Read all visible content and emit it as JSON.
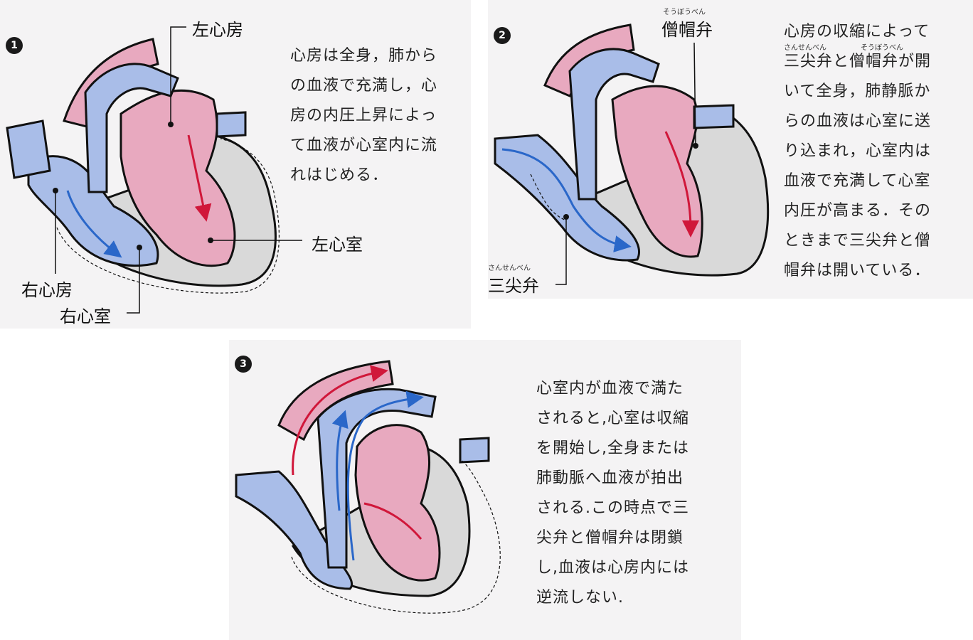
{
  "colors": {
    "atrium_fill": "#e8a9bf",
    "vessel_blue": "#a9bde8",
    "wall_grey": "#d9d9d9",
    "arrow_red": "#d0173a",
    "arrow_blue": "#2a67c9"
  },
  "panel1": {
    "number": "1",
    "labels": {
      "left_atrium": "左心房",
      "left_ventricle": "左心室",
      "right_atrium": "右心房",
      "right_ventricle": "右心室"
    },
    "text_lines": [
      "心房は全身，肺から",
      "の血液で充満し，心",
      "房の内圧上昇によっ",
      "て血液が心室内に流",
      "れはじめる．"
    ]
  },
  "panel2": {
    "number": "2",
    "labels": {
      "mitral_valve": "僧帽弁",
      "mitral_valve_ruby": "そうぼうべん",
      "tricuspid_valve": "三尖弁",
      "tricuspid_valve_ruby": "さんせんべん"
    },
    "text_lines": [
      "心房の収縮によって",
      "三尖弁と僧帽弁が開",
      "いて全身，肺静脈か",
      "らの血液は心室に送",
      "り込まれ，心室内は",
      "血液で充満して心室",
      "内圧が高まる．その",
      "ときまで三尖弁と僧",
      "帽弁は開いている．"
    ],
    "ruby_line2": [
      "さんせんべん",
      "そうぼうべん"
    ]
  },
  "panel3": {
    "number": "3",
    "text_lines": [
      "心室内が血液で満た",
      "されると,心室は収縮",
      "を開始し,全身または",
      "肺動脈へ血液が拍出",
      "される.この時点で三",
      "尖弁と僧帽弁は閉鎖",
      "し,血液は心房内には",
      "逆流しない."
    ]
  }
}
